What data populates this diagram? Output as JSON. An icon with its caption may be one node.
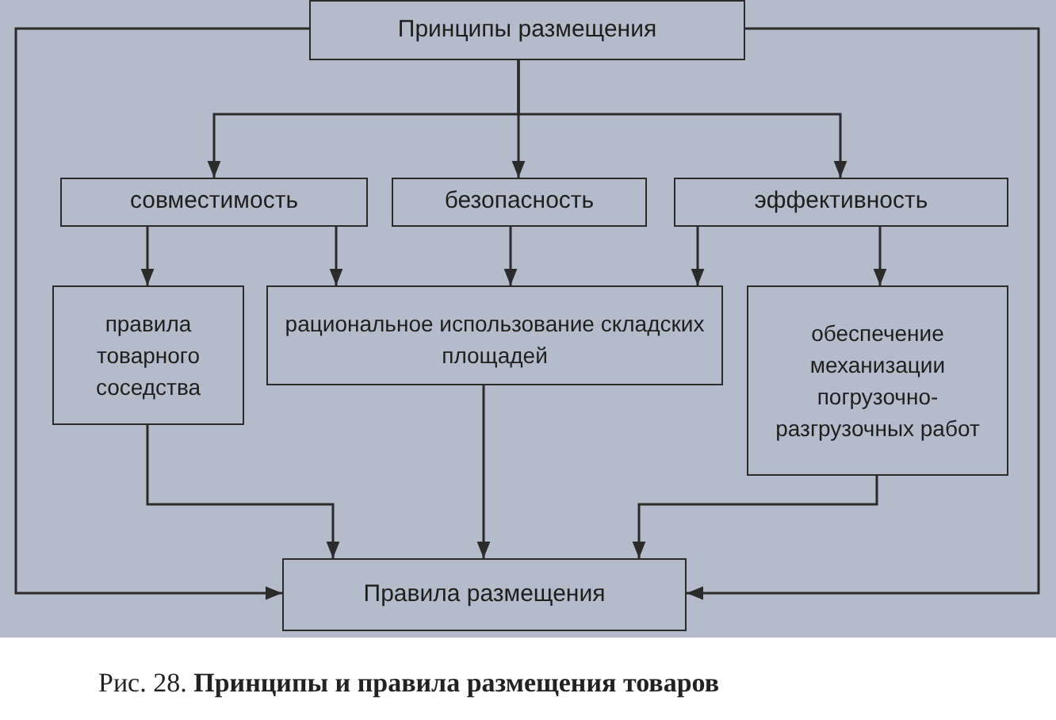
{
  "diagram": {
    "caption": "Рис. 28. **Принципы и правила размещения товаров**",
    "nodes": [
      {
        "text": [
          "Принципы размещения"
        ]
      },
      {
        "text": [
          "совместимость"
        ]
      },
      {
        "text": [
          "безопасность"
        ]
      },
      {
        "text": [
          "эффективность"
        ]
      },
      {
        "text": [
          "правила товарного соседства"
        ]
      },
      {
        "text": [
          "рациональное использование складских площадей"
        ]
      },
      {
        "text": [
          "обеспечение механизации погрузочно-разгрузочных работ"
        ]
      },
      {
        "text": [
          "Правила размещения"
        ]
      }
    ],
    "edges": [
      {
        "from": 0,
        "to": 1,
        "arrow": "to"
      },
      {
        "from": 0,
        "to": 2,
        "arrow": "to"
      },
      {
        "from": 0,
        "to": 3,
        "arrow": "to"
      },
      {
        "from": 0,
        "to": 7,
        "arrow": "to"
      },
      {
        "from": 0,
        "to": 7,
        "arrow": "to"
      },
      {
        "from": 1,
        "to": 4,
        "arrow": "to"
      },
      {
        "from": 1,
        "to": 5,
        "arrow": "to"
      },
      {
        "from": 2,
        "to": 5,
        "arrow": "to"
      },
      {
        "from": 3,
        "to": 5,
        "arrow": "to"
      },
      {
        "from": 3,
        "to": 6,
        "arrow": "to"
      },
      {
        "from": 4,
        "to": 7,
        "arrow": "to"
      },
      {
        "from": 5,
        "to": 7,
        "arrow": "to"
      },
      {
        "from": 6,
        "to": 7,
        "arrow": "to"
      }
    ]
  }
}
